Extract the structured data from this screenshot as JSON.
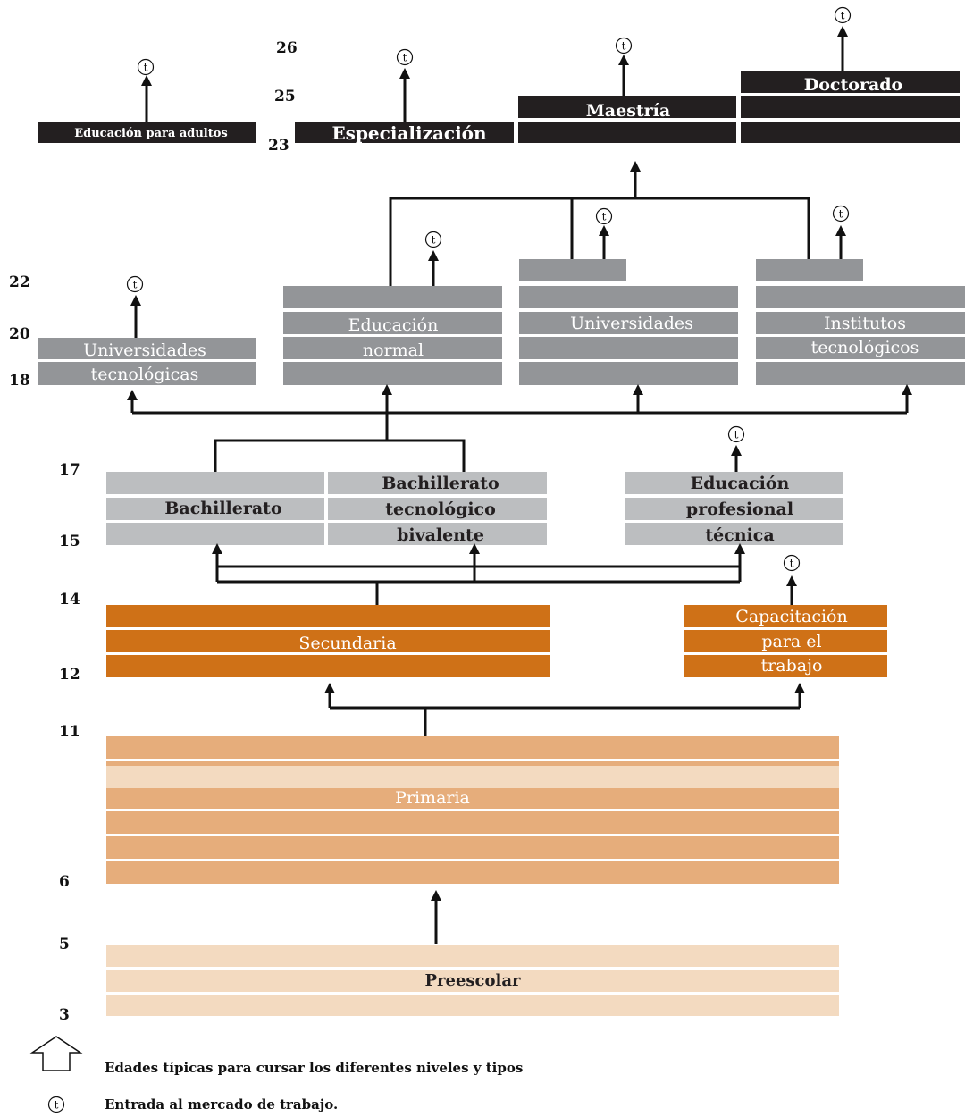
{
  "ages": {
    "a26": "26",
    "a25": "25",
    "a23": "23",
    "a22": "22",
    "a20": "20",
    "a18": "18",
    "a17": "17",
    "a15": "15",
    "a14": "14",
    "a12": "12",
    "a11": "11",
    "a6": "6",
    "a5": "5",
    "a3": "3"
  },
  "labels": {
    "adultos": "Educación para adultos",
    "especializacion": "Especialización",
    "maestria": "Maestría",
    "doctorado": "Doctorado",
    "univ_tec_1": "Universidades",
    "univ_tec_2": "tecnológicas",
    "normal_1": "Educación",
    "normal_2": "normal",
    "universidades": "Universidades",
    "inst_1": "Institutos",
    "inst_2": "tecnológicos",
    "bachillerato": "Bachillerato",
    "bach_tec_1": "Bachillerato",
    "bach_tec_2": "tecnológico",
    "bach_tec_3": "bivalente",
    "prof_1": "Educación",
    "prof_2": "profesional",
    "prof_3": "técnica",
    "secundaria": "Secundaria",
    "cap_1": "Capacitación",
    "cap_2": "para el",
    "cap_3": "trabajo",
    "primaria": "Primaria",
    "preescolar": "Preescolar",
    "t": "t"
  },
  "legend": {
    "arrow_text": "Edades típicas para cursar los diferentes niveles y tipos",
    "t_text": "Entrada al mercado de trabajo.",
    "t_symbol": "t"
  },
  "colors": {
    "posgrado": "#231f20",
    "superior": "#939598",
    "media": "#bcbec0",
    "secundaria": "#cf7117",
    "primaria": "#e6ad7b",
    "preescolar": "#f3dac0",
    "lines": "#111111"
  }
}
